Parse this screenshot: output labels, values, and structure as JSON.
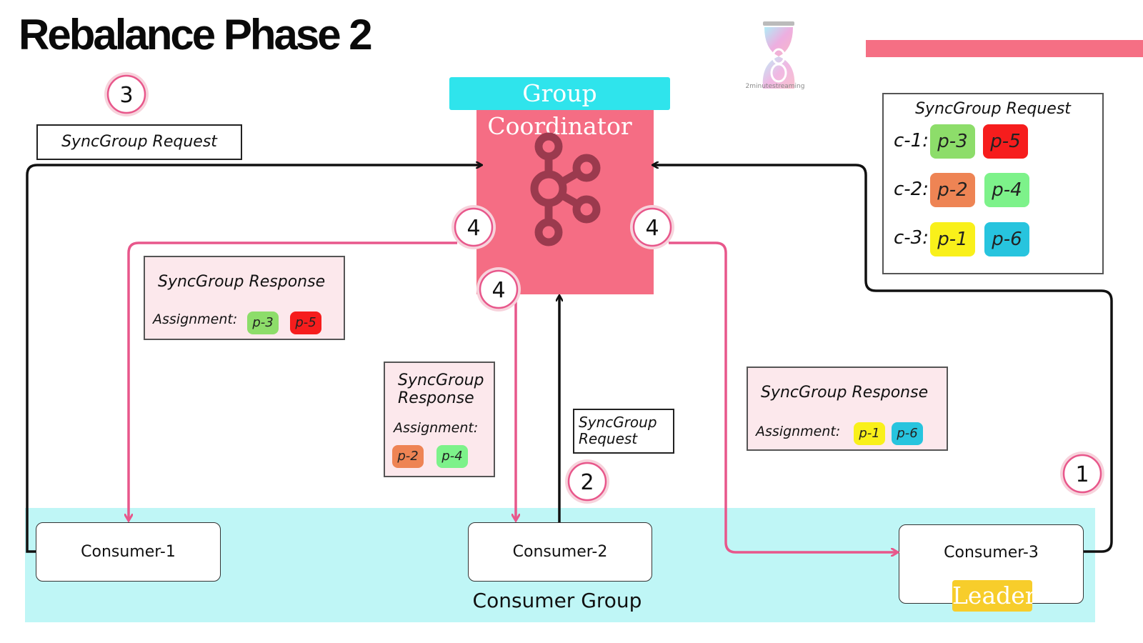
{
  "title": "Rebalance Phase 2",
  "brand": "2minutestreaming",
  "coordinator": {
    "label": "Group Coordinator"
  },
  "consumer_group_label": "Consumer Group",
  "consumers": {
    "c1": "Consumer-1",
    "c2": "Consumer-2",
    "c3": "Consumer-3",
    "leader": "Leader"
  },
  "steps": {
    "s1": "1",
    "s2": "2",
    "s3": "3",
    "s4a": "4",
    "s4b": "4",
    "s4c": "4"
  },
  "requests": {
    "c3_to_coord": "SyncGroup Request",
    "c2_line1": "SyncGroup",
    "c2_line2": "Request"
  },
  "responses": {
    "c1": {
      "title": "SyncGroup Response",
      "assign_label": "Assignment:",
      "p_a": "p-3",
      "p_b": "p-5"
    },
    "c2": {
      "title_line1": "SyncGroup",
      "title_line2": "Response",
      "assign_label": "Assignment:",
      "p_a": "p-2",
      "p_b": "p-4"
    },
    "c3": {
      "title": "SyncGroup Response",
      "assign_label": "Assignment:",
      "p_a": "p-1",
      "p_b": "p-6"
    }
  },
  "legend": {
    "title": "SyncGroup Request",
    "rows": [
      {
        "label": "c-1:",
        "p_a": "p-3",
        "p_b": "p-5"
      },
      {
        "label": "c-2:",
        "p_a": "p-2",
        "p_b": "p-4"
      },
      {
        "label": "c-3:",
        "p_a": "p-1",
        "p_b": "p-6"
      }
    ]
  },
  "colors": {
    "p1": "#f9f01a",
    "p2": "#ee8454",
    "p3": "#8ddd6a",
    "p4": "#7df28a",
    "p5": "#f61d1d",
    "p6": "#27c4de",
    "coordinator": "#f56d84",
    "label_bg": "#2fe4ec",
    "arrow_pink": "#e8578b",
    "group_bg": "#bff6f6"
  }
}
